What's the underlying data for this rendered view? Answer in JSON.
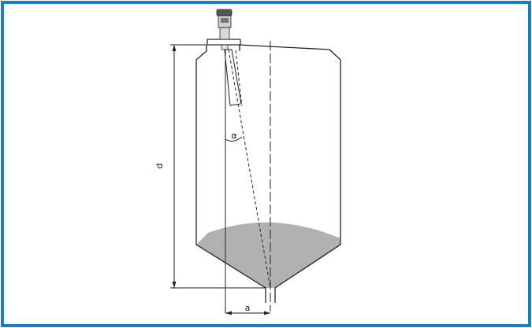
{
  "figure": {
    "labels": {
      "distance": "d",
      "angle": "α",
      "offset": "a"
    }
  },
  "colors": {
    "border": "#1a7fc1",
    "outline": "#222222",
    "material": "#b1b1b1",
    "sensor_dark": "#555555",
    "sensor_light": "#cfcfcf"
  }
}
